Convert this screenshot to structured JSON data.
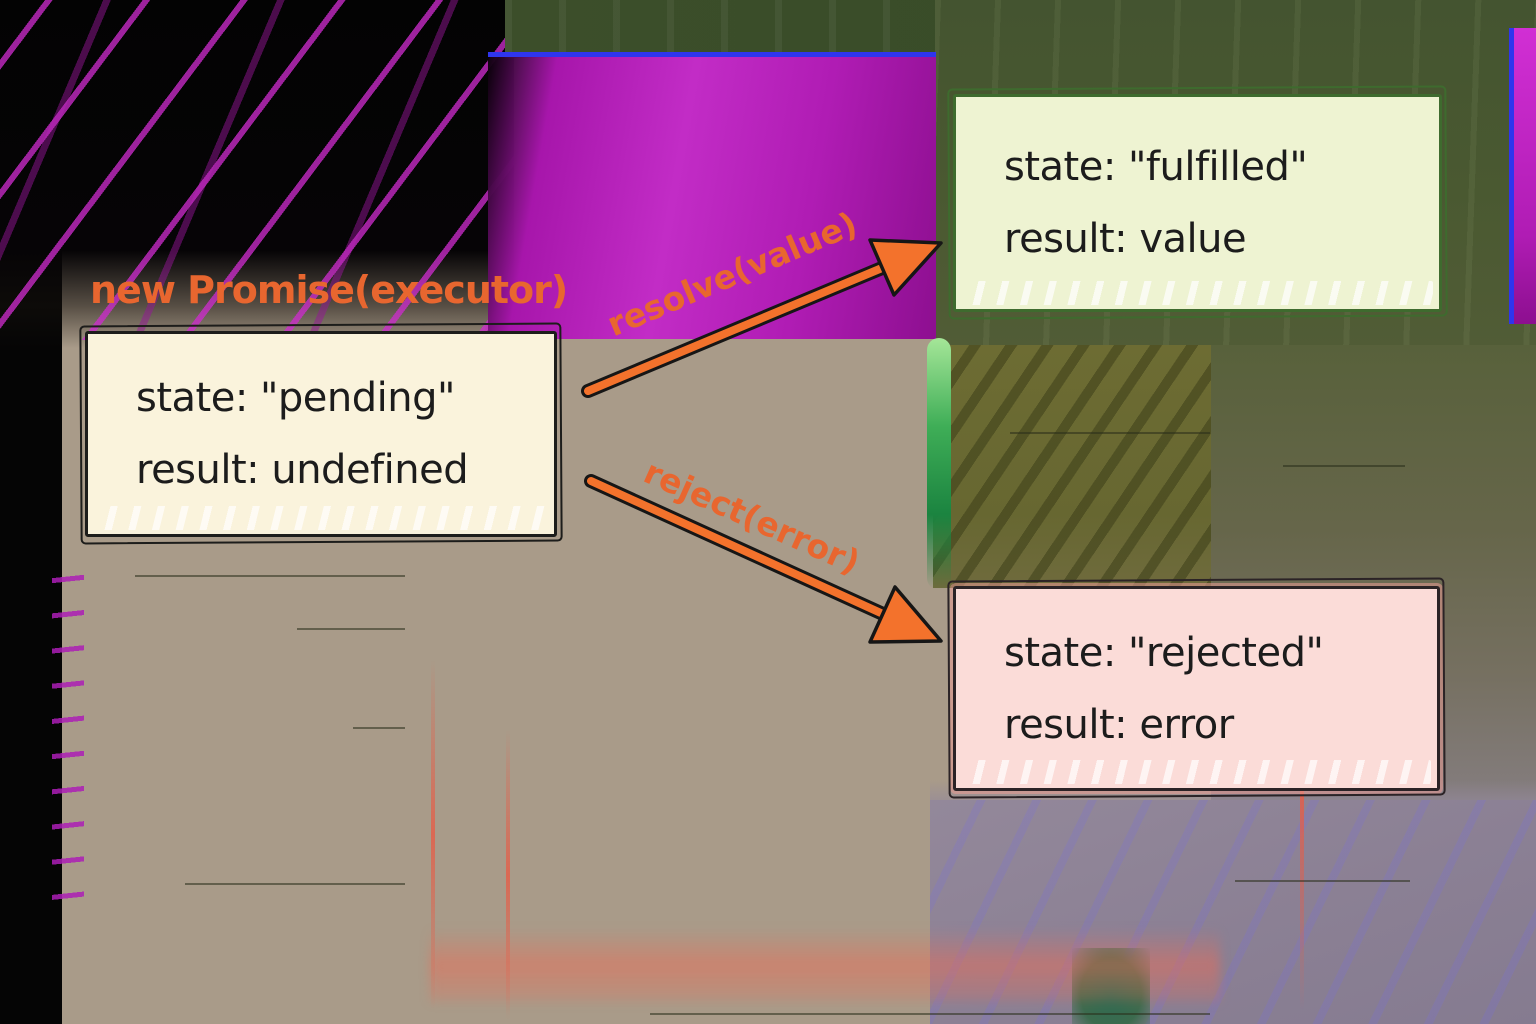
{
  "diagram": {
    "type": "flow",
    "title_label": "new Promise(executor)",
    "nodes": {
      "pending": {
        "lines": [
          "state: \"pending\"",
          "result: undefined"
        ],
        "fill": "#faf3dc",
        "border": "#1d1d1b"
      },
      "fulfilled": {
        "lines": [
          "state: \"fulfilled\"",
          "result: value"
        ],
        "fill": "#eef3d2",
        "border": "#3e6b2e"
      },
      "rejected": {
        "lines": [
          "state: \"rejected\"",
          "result: error"
        ],
        "fill": "#fbdcd8",
        "border": "#2b2326"
      }
    },
    "edges": {
      "resolve": {
        "label": "resolve(value)",
        "from": "pending",
        "to": "fulfilled"
      },
      "reject": {
        "label": "reject(error)",
        "from": "pending",
        "to": "rejected"
      }
    },
    "colors": {
      "accent_orange": "#e8662f",
      "arrow_fill": "#f3722c",
      "arrow_outline": "#161616",
      "text": "#1c1c1c",
      "background_tan": "#a99b89",
      "background_magenta": "#b81fbc",
      "background_green": "#44542f"
    }
  }
}
